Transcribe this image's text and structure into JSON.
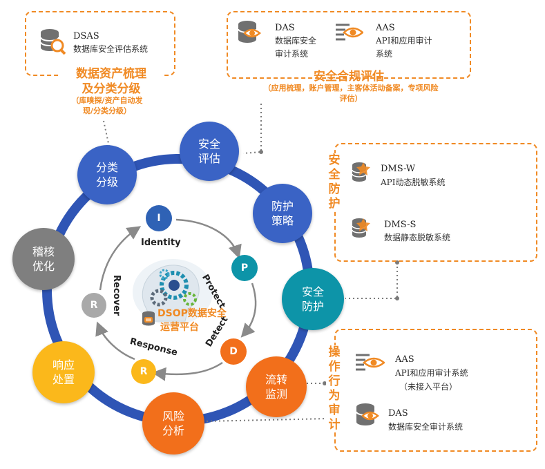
{
  "colors": {
    "ring": "#2f55b5",
    "orange": "#f08a24",
    "blue_node": "#3a63c5",
    "teal_node": "#0d94a8",
    "grey_node": "#7f7f7f",
    "yellow_node": "#fbb81b",
    "orange_node": "#f26f1b"
  },
  "boxes": {
    "dsas": {
      "name": "DSAS",
      "desc": "数据库安全评估系统",
      "title_line1": "数据资产梳理",
      "title_line2": "及分类分级",
      "sub_line1": "（库嗅探/资产自动发",
      "sub_line2": "现/分类分级）"
    },
    "compliance": {
      "das_name": "DAS",
      "das_desc_line1": "数据库安全",
      "das_desc_line2": "审计系统",
      "aas_name": "AAS",
      "aas_desc_line1": "API和应用审计",
      "aas_desc_line2": "系统",
      "title": "安全合规评估",
      "sub_line1": "（应用梳理，账户管理，主客体活动备案，专项风险",
      "sub_line2": "评估）"
    },
    "protection": {
      "title": "安全防护",
      "dmsw_name": "DMS-W",
      "dmsw_desc": "API动态脱敏系统",
      "dmss_name": "DMS-S",
      "dmss_desc": "数据静态脱敏系统"
    },
    "audit": {
      "title": "操作行为审计",
      "aas_name": "AAS",
      "aas_desc_line1": "API和应用审计系统",
      "aas_desc_line2": "（未接入平台）",
      "das_name": "DAS",
      "das_desc": "数据库安全审计系统"
    }
  },
  "ring_nodes": {
    "classify": "分类\n分级",
    "assess": "安全\n评估",
    "strategy": "防护\n策略",
    "protect": "安全\n防护",
    "monitor": "流转\n监测",
    "analysis": "风险\n分析",
    "response": "响应\n处置",
    "optimize": "稽核\n优化"
  },
  "cycle": {
    "i": "I",
    "i_label": "Identity",
    "p": "P",
    "p_label": "Protect",
    "d": "D",
    "d_label": "Detect",
    "r_bottom": "R",
    "r_bottom_label": "Response",
    "r_left": "R",
    "r_left_label": "Recover",
    "center_line1": "DSOP数据安全",
    "center_line2": "运营平台"
  }
}
